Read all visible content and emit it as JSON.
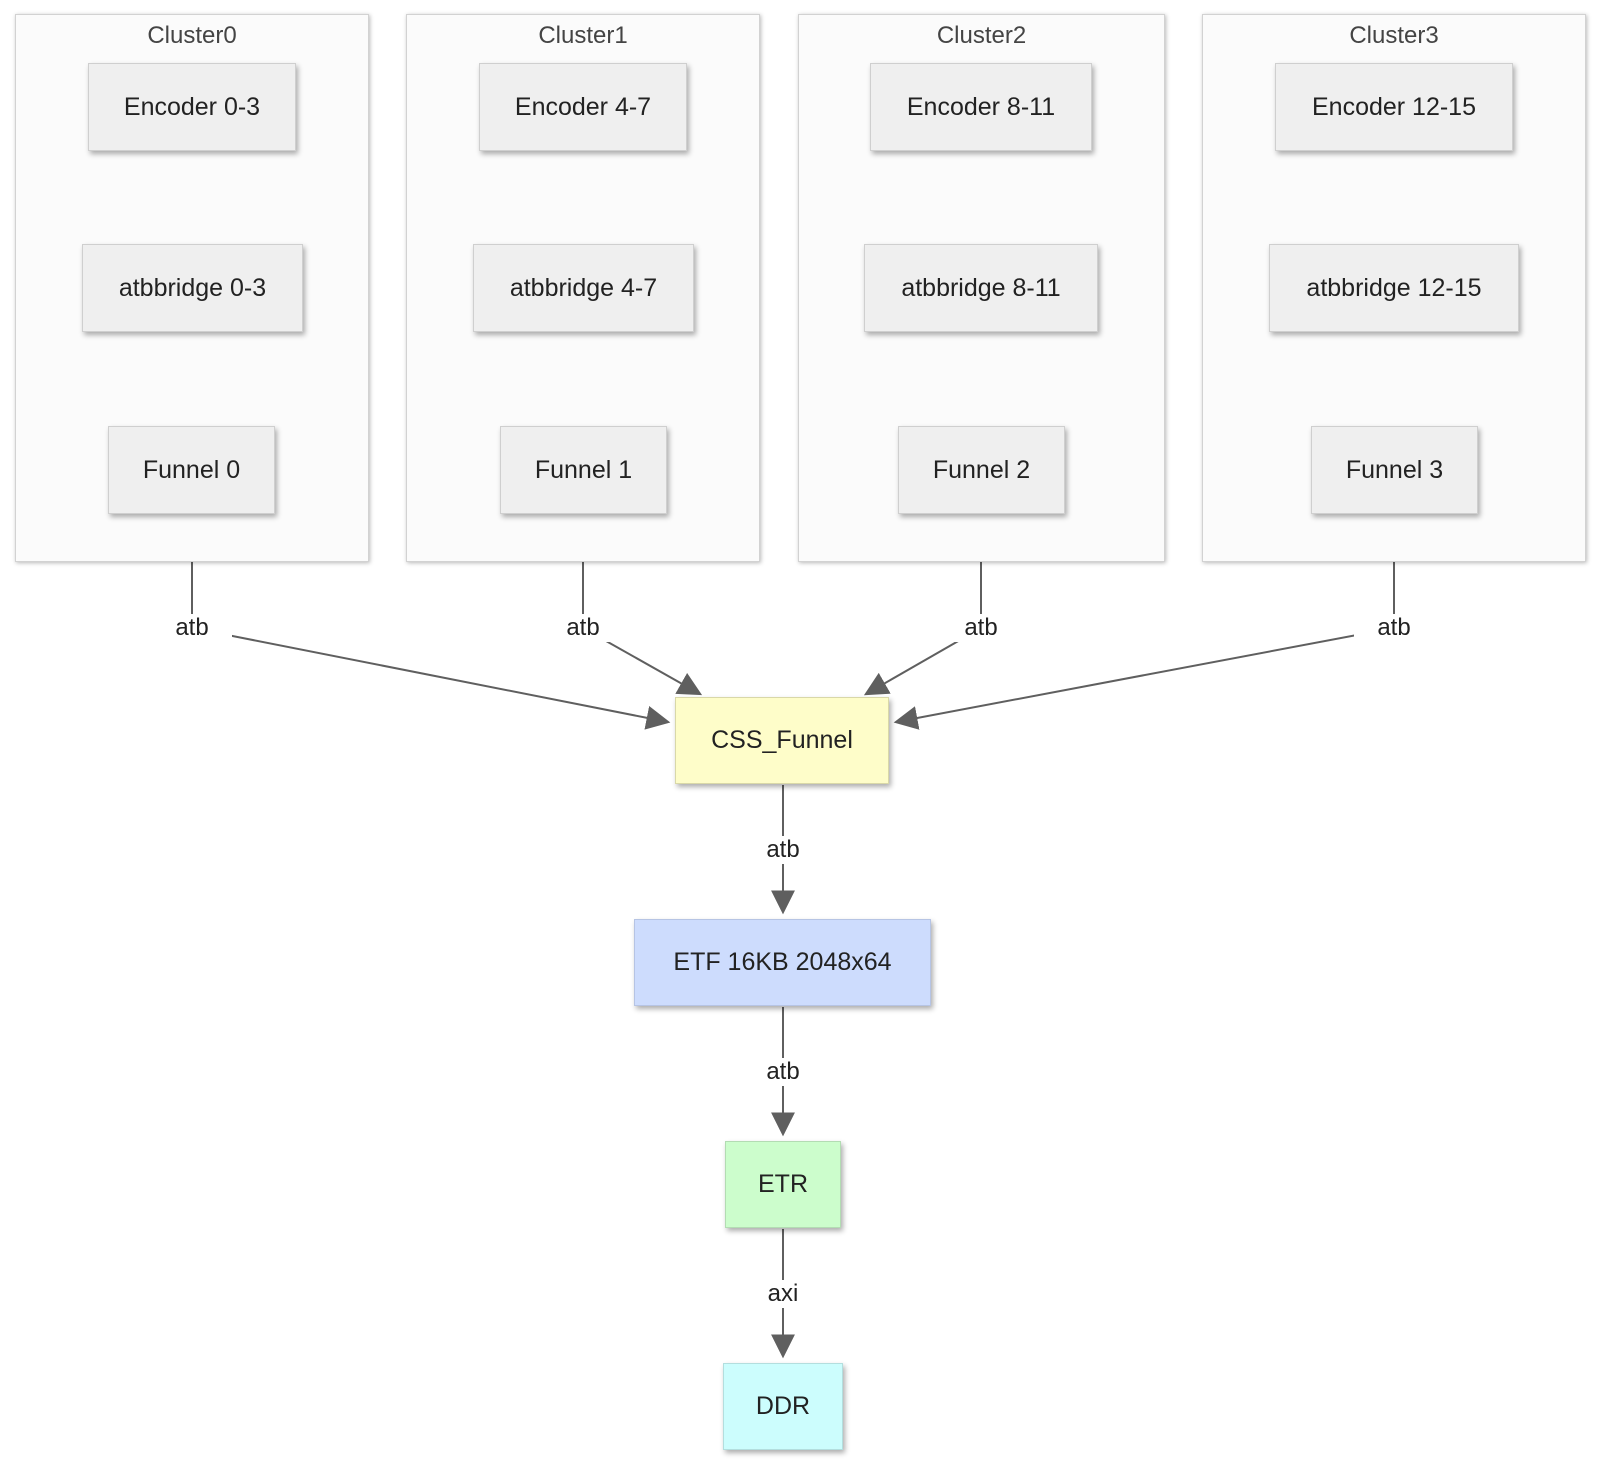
{
  "clusters": [
    {
      "title": "Cluster0",
      "encoder": "Encoder 0-3",
      "bridge": "atbbridge 0-3",
      "funnel": "Funnel 0"
    },
    {
      "title": "Cluster1",
      "encoder": "Encoder 4-7",
      "bridge": "atbbridge 4-7",
      "funnel": "Funnel 1"
    },
    {
      "title": "Cluster2",
      "encoder": "Encoder 8-11",
      "bridge": "atbbridge 8-11",
      "funnel": "Funnel 2"
    },
    {
      "title": "Cluster3",
      "encoder": "Encoder 12-15",
      "bridge": "atbbridge 12-15",
      "funnel": "Funnel 3"
    }
  ],
  "nodes": {
    "css_funnel": "CSS_Funnel",
    "etf": "ETF 16KB 2048x64",
    "etr": "ETR",
    "ddr": "DDR"
  },
  "edge_labels": {
    "cluster0_out": "atb",
    "cluster1_out": "atb",
    "cluster2_out": "atb",
    "cluster3_out": "atb",
    "css_to_etf": "atb",
    "etf_to_etr": "atb",
    "etr_to_ddr": "axi"
  },
  "colors": {
    "node_fill": "#efefef",
    "css_funnel_fill": "#fefdc9",
    "etf_fill": "#cddcfd",
    "etr_fill": "#ccfdcc",
    "ddr_fill": "#ccfdfd",
    "edge": "#5f5f5f"
  }
}
